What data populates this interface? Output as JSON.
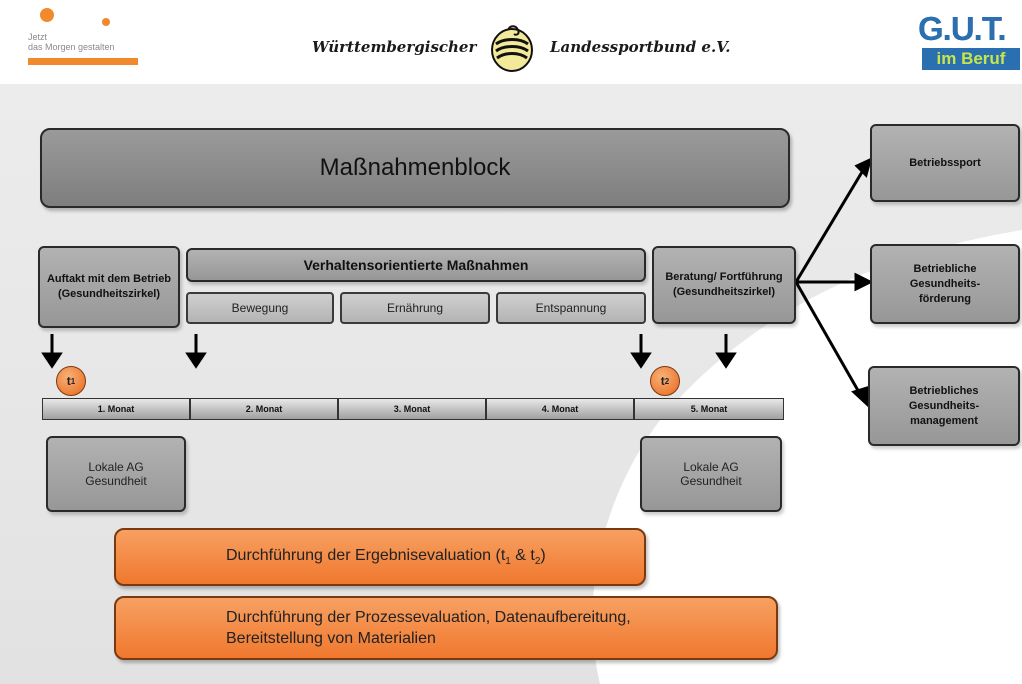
{
  "header": {
    "left_logo": {
      "line1": "Jetzt",
      "line2": "das Morgen gestalten"
    },
    "center_left": "Württembergischer",
    "center_right": "Landessportbund e.V.",
    "right_logo": {
      "top": "G.U.T.",
      "bottom": "im Beruf"
    }
  },
  "main_block": "Maßnahmenblock",
  "kickoff": "Auftakt mit dem Betrieb (Gesundheitszirkel)",
  "behavior": {
    "title": "Verhaltensorientierte Maßnahmen",
    "items": [
      "Bewegung",
      "Ernährung",
      "Entspannung"
    ]
  },
  "consulting": "Beratung/ Fortführung (Gesundheitszirkel)",
  "markers": {
    "t1": "t",
    "t1_sub": "1",
    "t2": "t",
    "t2_sub": "2"
  },
  "months": [
    "1. Monat",
    "2. Monat",
    "3. Monat",
    "4. Monat",
    "5. Monat"
  ],
  "local_ag_1": "Lokale AG Gesundheit",
  "local_ag_2": "Lokale AG Gesundheit",
  "outcomes": [
    "Betriebssport",
    "Betriebliche Gesundheits-förderung",
    "Betriebliches Gesundheits-management"
  ],
  "evaluation": {
    "result_pre": "Durchführung der Ergebnisevaluation (t",
    "result_s1": "1",
    "result_mid": " & t",
    "result_s2": "2",
    "result_post": ")",
    "process_line1": "Durchführung der Prozessevaluation, Datenaufbereitung,",
    "process_line2": "Bereitstellung von Materialien"
  },
  "colors": {
    "orange": "#f0782e",
    "gray": "#8c8c8c",
    "brand_blue": "#2a6fb0",
    "brand_green": "#c8e64a"
  }
}
